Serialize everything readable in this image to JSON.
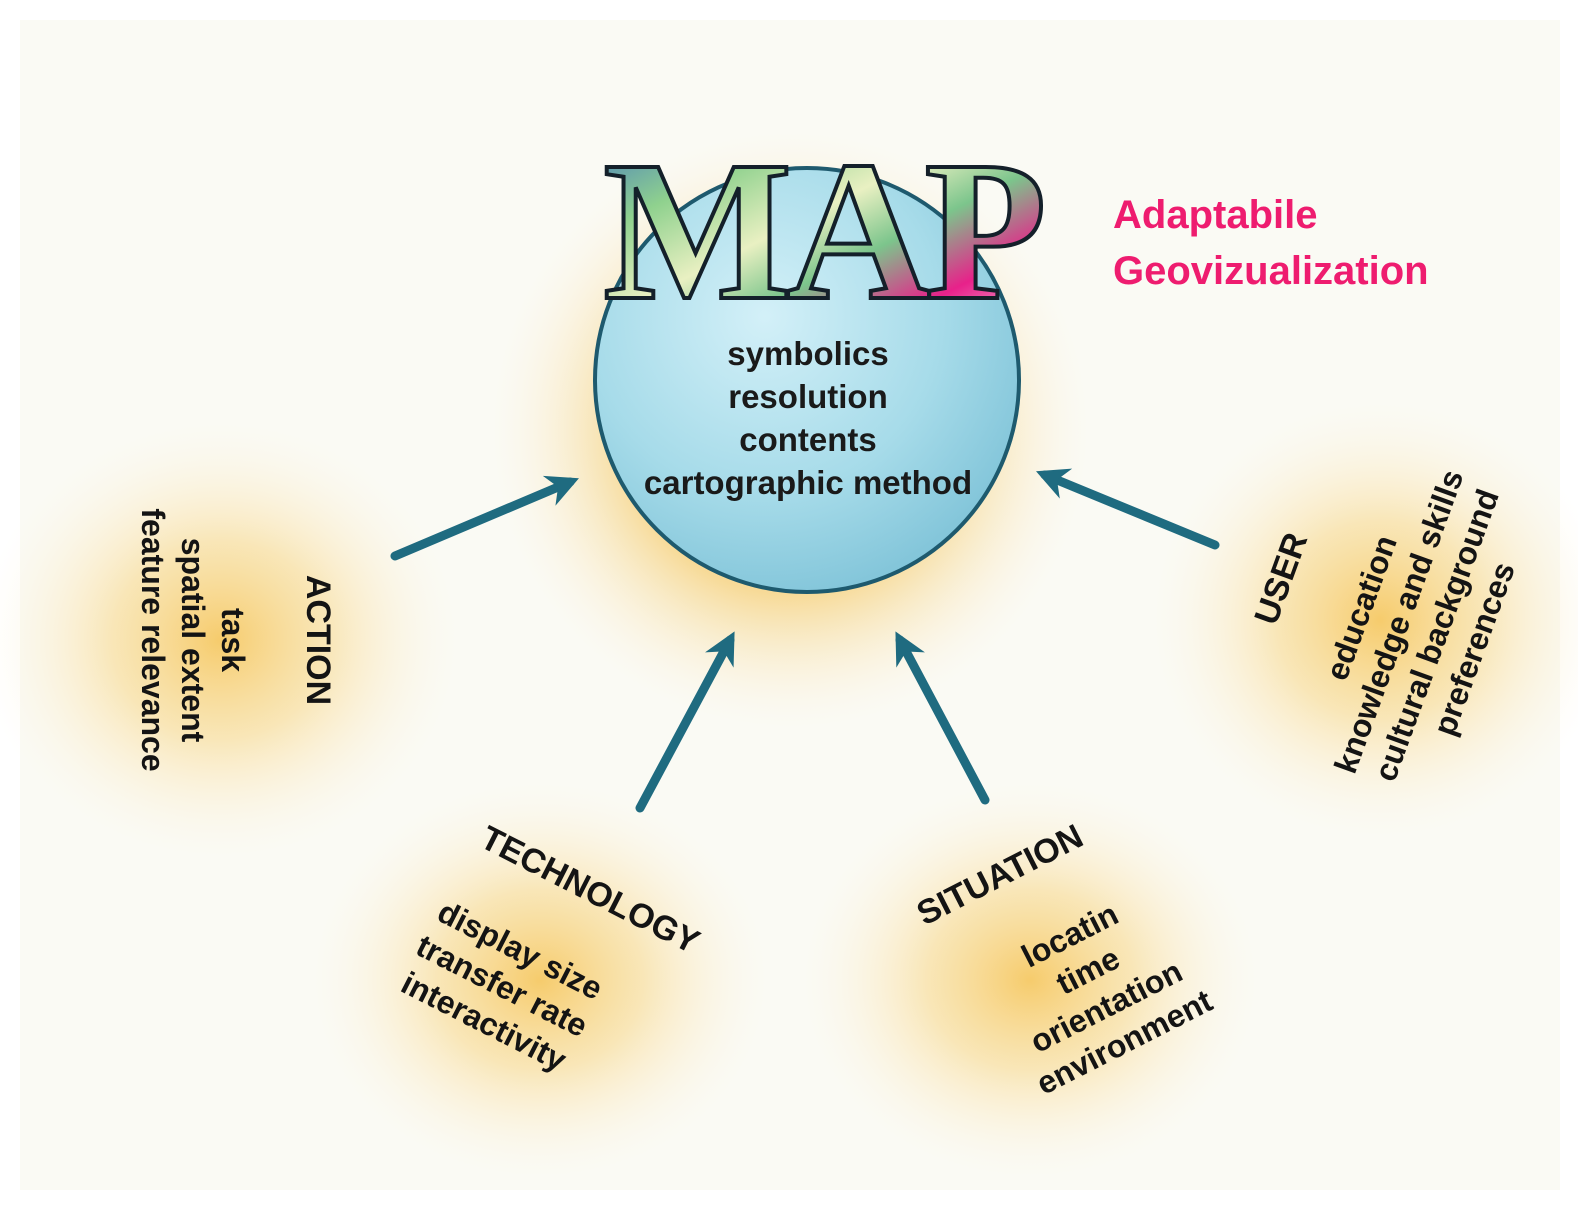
{
  "title": [
    "Adaptabile",
    "Geovizualization"
  ],
  "map_logo": "MAP",
  "map_properties": [
    "symbolics",
    "resolution",
    "contents",
    "cartographic method"
  ],
  "factors": {
    "action": {
      "heading": "ACTION",
      "items": [
        "task",
        "spatial extent",
        "feature relevance"
      ]
    },
    "technology": {
      "heading": "TECHNOLOGY",
      "items": [
        "display size",
        "transfer rate",
        "interactivity"
      ]
    },
    "situation": {
      "heading": "SITUATION",
      "items": [
        "locatin",
        "time",
        "orientation",
        "environment"
      ]
    },
    "user": {
      "heading": "USER",
      "items": [
        "education",
        "knowledge and skills",
        "cultural background",
        "preferences"
      ]
    }
  },
  "colors": {
    "title": "#ee1c6f",
    "arrow": "#1f6b80",
    "circle_fill": "#a9dcea",
    "circle_stroke": "#1e5a6e",
    "glow": "#f6c965"
  }
}
